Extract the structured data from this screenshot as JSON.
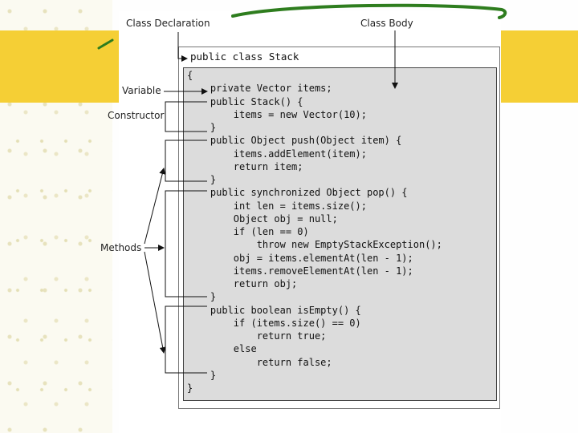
{
  "labels": {
    "class_declaration": "Class Declaration",
    "class_body": "Class Body",
    "variable": "Variable",
    "constructor": "Constructor",
    "methods": "Methods"
  },
  "header": "public class Stack",
  "code_lines": [
    "{",
    "    private Vector items;",
    "    public Stack() {",
    "        items = new Vector(10);",
    "    }",
    "    public Object push(Object item) {",
    "        items.addElement(item);",
    "        return item;",
    "    }",
    "    public synchronized Object pop() {",
    "        int len = items.size();",
    "        Object obj = null;",
    "        if (len == 0)",
    "            throw new EmptyStackException();",
    "        obj = items.elementAt(len - 1);",
    "        items.removeElementAt(len - 1);",
    "        return obj;",
    "    }",
    "    public boolean isEmpty() {",
    "        if (items.size() == 0)",
    "            return true;",
    "        else",
    "            return false;",
    "    }",
    "}"
  ],
  "colors": {
    "accent_yellow": "#f5cf35",
    "accent_green": "#2e7d1e",
    "code_background": "#dcdcdc"
  }
}
